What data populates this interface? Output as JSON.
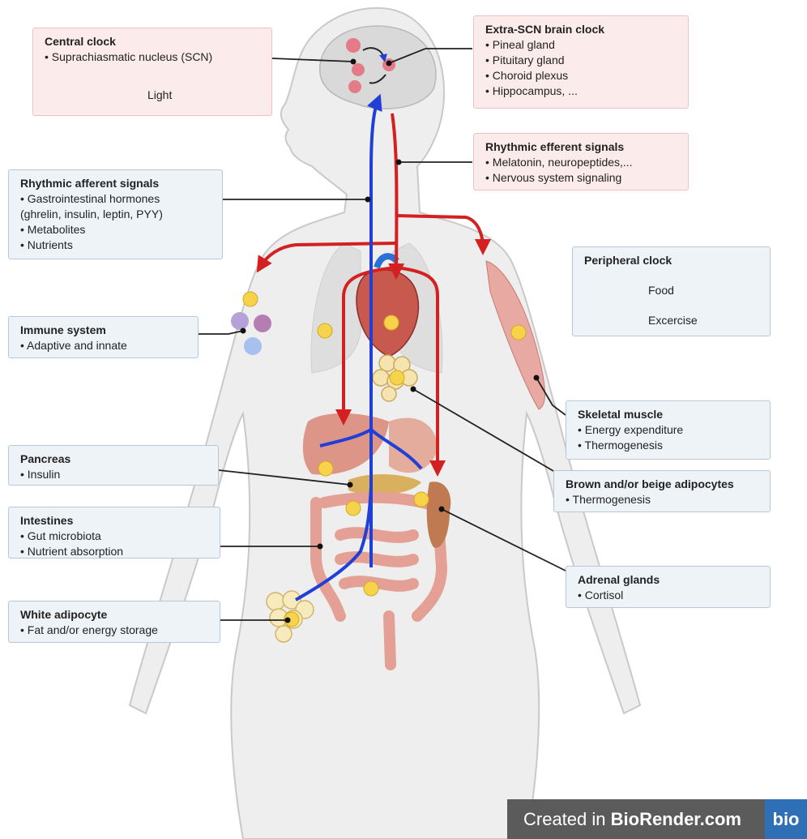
{
  "boxes": {
    "central_clock": {
      "title": "Central clock",
      "items": [
        "Suprachiasmatic nucleus (SCN)"
      ],
      "light_label": "Light"
    },
    "extra_scn": {
      "title": "Extra-SCN brain clock",
      "items": [
        "Pineal gland",
        "Pituitary gland",
        "Choroid plexus",
        "Hippocampus, ..."
      ]
    },
    "efferent": {
      "title": "Rhythmic efferent signals",
      "items": [
        "Melatonin, neuropeptides,...",
        "Nervous system signaling"
      ]
    },
    "afferent": {
      "title": "Rhythmic afferent signals",
      "items": [
        "Gastrointestinal hormones",
        "Metabolites",
        "Nutrients"
      ],
      "continuation": "(ghrelin, insulin, leptin, PYY)"
    },
    "peripheral": {
      "title": "Peripheral clock",
      "food_label": "Food",
      "exercise_label": "Excercise"
    },
    "immune": {
      "title": "Immune system",
      "items": [
        "Adaptive and innate"
      ]
    },
    "skeletal": {
      "title": "Skeletal muscle",
      "items": [
        "Energy expenditure",
        "Thermogenesis"
      ]
    },
    "pancreas": {
      "title": "Pancreas",
      "items": [
        "Insulin"
      ]
    },
    "brown": {
      "title": "Brown and/or beige adipocytes",
      "items": [
        "Thermogenesis"
      ]
    },
    "intestines": {
      "title": "Intestines",
      "items": [
        "Gut microbiota",
        "Nutrient absorption"
      ]
    },
    "adrenal": {
      "title": "Adrenal glands",
      "items": [
        "Cortisol"
      ]
    },
    "white": {
      "title": "White adipocyte",
      "items": [
        "Fat and/or energy storage"
      ]
    }
  },
  "brand": {
    "prefix": "Created in ",
    "name": "BioRender.com",
    "logo": "bio"
  },
  "colors": {
    "afferent_arrow": "#1f3fd6",
    "efferent_arrow": "#d42020",
    "box_blue": "#eef3f8",
    "box_pink": "#fbeceb",
    "clock": "#f6d34a"
  }
}
